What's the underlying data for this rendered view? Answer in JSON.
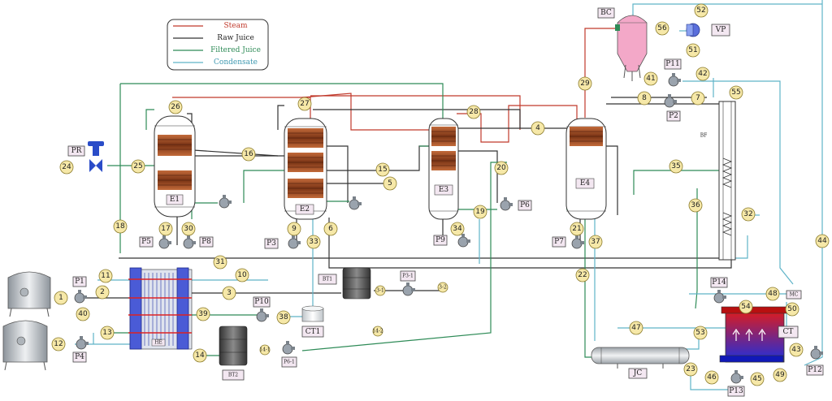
{
  "legend": {
    "items": [
      {
        "label": "Steam",
        "color": "#c0392b"
      },
      {
        "label": "Raw Juice",
        "color": "#333333"
      },
      {
        "label": "Filtered Juice",
        "color": "#2e8b57"
      },
      {
        "label": "Condensate",
        "color": "#5fb3c8"
      }
    ]
  },
  "evaporators": [
    "E1",
    "E2",
    "E3",
    "E4"
  ],
  "equipment": {
    "bc": "BC",
    "vp": "VP",
    "pr": "PR",
    "bf": "BF",
    "jc": "JC",
    "ct": "CT",
    "ct1": "CT1",
    "he": "HE",
    "bt1": "BT1",
    "bt2": "BT2",
    "mc": "MC"
  },
  "pumps": {
    "p1": "P1",
    "p2": "P2",
    "p3": "P3",
    "p4": "P4",
    "p5": "P5",
    "p6": "P6",
    "p7": "P7",
    "p8": "P8",
    "p9": "P9",
    "p10": "P10",
    "p11": "P11",
    "p12": "P12",
    "p13": "P13",
    "p14": "P14",
    "p31": "P3-1",
    "p61": "P6-1"
  },
  "streams": {
    "s1": "1",
    "s2": "2",
    "s3": "3",
    "s4": "4",
    "s5": "5",
    "s6": "6",
    "s7": "7",
    "s8": "8",
    "s9": "9",
    "s10": "10",
    "s11": "11",
    "s12": "12",
    "s13": "13",
    "s14": "14",
    "s15": "15",
    "s16": "16",
    "s17": "17",
    "s18": "18",
    "s19": "19",
    "s20": "20",
    "s21": "21",
    "s22": "22",
    "s23": "23",
    "s24": "24",
    "s25": "25",
    "s26": "26",
    "s27": "27",
    "s28": "28",
    "s29": "29",
    "s30": "30",
    "s31": "31",
    "s32": "32",
    "s33": "33",
    "s34": "34",
    "s35": "35",
    "s36": "36",
    "s37": "37",
    "s38": "38",
    "s39": "39",
    "s40": "40",
    "s41": "41",
    "s42": "42",
    "s43": "43",
    "s44": "44",
    "s45": "45",
    "s46": "46",
    "s47": "47",
    "s48": "48",
    "s49": "49",
    "s50": "50",
    "s51": "51",
    "s52": "52",
    "s53": "53",
    "s54": "54",
    "s55": "55",
    "s56": "56",
    "s31a": "3-1",
    "s32a": "3-2",
    "s141": "14-1",
    "s142": "14-2"
  }
}
